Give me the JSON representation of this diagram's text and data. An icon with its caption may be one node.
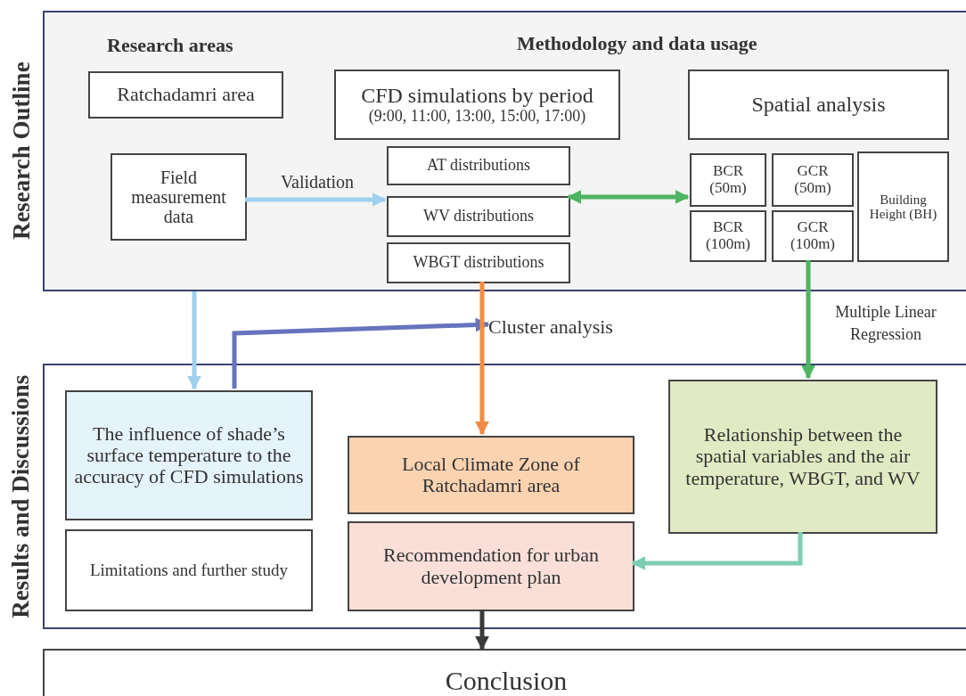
{
  "diagram": {
    "nodes": [
      {
        "text": [
          "Research Outline"
        ]
      },
      {
        "text": [
          "Ratchadamri area"
        ],
        "in": 0
      },
      {
        "text": [
          "CFD simulations by period",
          "(9:00, 11:00, 13:00, 15:00, 17:00)"
        ],
        "in": 0
      },
      {
        "text": [
          "Spatial analysis"
        ],
        "in": 0
      },
      {
        "text": [
          "Field measurement data"
        ],
        "in": 0
      },
      {
        "text": [
          "AT distributions"
        ],
        "in": 0
      },
      {
        "text": [
          "WV distributions"
        ],
        "in": 0
      },
      {
        "text": [
          "WBGT distributions"
        ],
        "in": 0
      },
      {
        "text": [
          "BCR (50m)"
        ],
        "in": 0
      },
      {
        "text": [
          "GCR (50m)"
        ],
        "in": 0
      },
      {
        "text": [
          "Building Height (BH)"
        ],
        "in": 0
      },
      {
        "text": [
          "BCR (100m)"
        ],
        "in": 0
      },
      {
        "text": [
          "GCR (100m)"
        ],
        "in": 0
      },
      {
        "text": [
          "Results and Discussions"
        ]
      },
      {
        "text": [
          "The influence of shade’s surface temperature to the accuracy of CFD simulations"
        ],
        "in": 13
      },
      {
        "text": [
          "Local Climate Zone of Ratchadamri area"
        ],
        "in": 13
      },
      {
        "text": [
          "Relationship between the spatial variables and the air temperature, WBGT, and WV"
        ],
        "in": 13
      },
      {
        "text": [
          "Limitations and further study"
        ],
        "in": 13
      },
      {
        "text": [
          "Recommendation for urban development plan"
        ],
        "in": 13
      },
      {
        "text": [
          "Conclusion"
        ]
      },
      {
        "text": [
          "Cluster analysis"
        ]
      }
    ],
    "edges": [
      {
        "from": 4,
        "to": 6,
        "arrow": "to",
        "label": "Validation",
        "color": "#9fd0ee"
      },
      {
        "from": 6,
        "to": 8,
        "arrow": "both",
        "color": "#4fb463"
      },
      {
        "from": 0,
        "to": 14,
        "arrow": "to",
        "color": "#9fd0ee"
      },
      {
        "from": 14,
        "to": 20,
        "arrow": "to",
        "color": "#6673bd"
      },
      {
        "from": 7,
        "to": 15,
        "arrow": "to",
        "color": "#f28c45"
      },
      {
        "from": 12,
        "to": 16,
        "arrow": "to",
        "label": "Multiple Linear Regression",
        "color": "#4fb463"
      },
      {
        "from": 16,
        "to": 18,
        "arrow": "to",
        "color": "#7ccdb3"
      },
      {
        "from": 18,
        "to": 19,
        "arrow": "to",
        "color": "#3a3a3a"
      }
    ],
    "labels": [
      "Research areas",
      "Methodology and data usage"
    ]
  }
}
